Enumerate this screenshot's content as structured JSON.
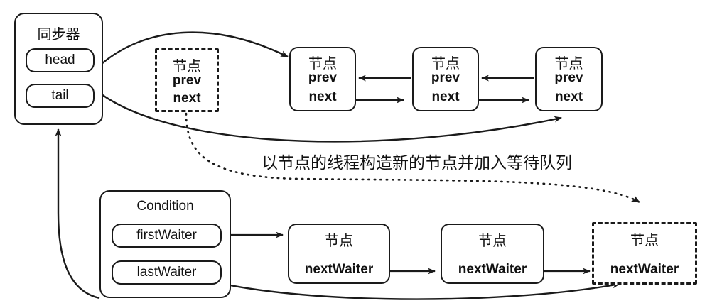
{
  "diagram": {
    "caption": "以节点的线程构造新的节点并加入等待队列",
    "node_label": "节点",
    "sync": {
      "title": "同步器",
      "head": "head",
      "tail": "tail"
    },
    "condition": {
      "title": "Condition",
      "first_waiter": "firstWaiter",
      "last_waiter": "lastWaiter"
    },
    "new_node": {
      "title": "节点",
      "prev": "prev",
      "next": "next"
    },
    "queue_nodes": [
      {
        "title": "节点",
        "prev": "prev",
        "next": "next"
      },
      {
        "title": "节点",
        "prev": "prev",
        "next": "next"
      },
      {
        "title": "节点",
        "prev": "prev",
        "next": "next"
      }
    ],
    "waiter_nodes": [
      {
        "title": "节点",
        "next_waiter": "nextWaiter"
      },
      {
        "title": "节点",
        "next_waiter": "nextWaiter"
      },
      {
        "title": "节点",
        "next_waiter": "nextWaiter"
      }
    ],
    "colors": {
      "stroke": "#1a1a1a",
      "background": "#ffffff",
      "text": "#111111"
    }
  }
}
